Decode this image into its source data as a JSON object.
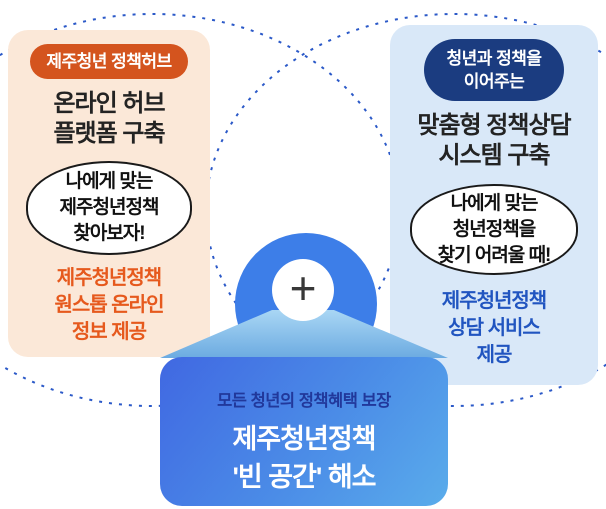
{
  "colors": {
    "background": "#FFFFFF",
    "left_card_bg": "#FBE8D8",
    "left_badge_bg": "#D4541E",
    "left_highlight_text": "#E6591D",
    "right_card_bg": "#D9E8F8",
    "right_badge_bg": "#1B3C80",
    "right_highlight_text": "#2155C0",
    "dashed_circle_stroke": "#2B59C8",
    "plus_circle_bg": "#3D7EE8",
    "result_box_gradient_start": "#4068E2",
    "result_box_gradient_end": "#5AACEB",
    "result_subtitle_text": "#21389B"
  },
  "left_card": {
    "badge": "제주청년 정책허브",
    "title": "온라인 허브\n플랫폼 구축",
    "bubble": "나에게 맞는\n제주청년정책\n찾아보자!",
    "highlight": "제주청년정책\n원스톱 온라인\n정보 제공"
  },
  "right_card": {
    "badge": "청년과 정책을\n이어주는",
    "title": "맞춤형 정책상담\n시스템 구축",
    "bubble": "나에게 맞는\n청년정책을\n찾기 어려울 때!",
    "highlight": "제주청년정책\n상담 서비스\n제공"
  },
  "center": {
    "plus_icon": "+",
    "subtitle": "모든 청년의 정책혜택 보장",
    "title": "제주청년정책\n'빈 공간' 해소"
  }
}
